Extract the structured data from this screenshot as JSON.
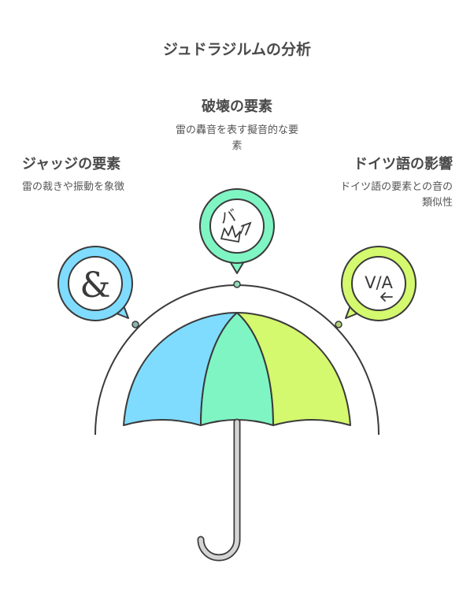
{
  "title": "ジュドラジルムの分析",
  "elements": {
    "left": {
      "heading": "ジャッジの要素",
      "description": "雷の裁きや振動を象徴"
    },
    "center": {
      "heading": "破壊の要素",
      "description": "雷の轟音を表す擬音的な要素"
    },
    "right": {
      "heading": "ドイツ語の影響",
      "description": "ドイツ語の要素との音の類似性"
    }
  },
  "icons": {
    "left": {
      "name": "ampersand-icon",
      "glyph": "&"
    },
    "center": {
      "name": "explosion-icon",
      "glyph": "バ"
    },
    "right": {
      "name": "va-icon",
      "glyph": "V/A"
    }
  },
  "colors": {
    "blue": "#7fdcff",
    "mint": "#7ff5c4",
    "lime": "#d4f86e",
    "outline": "#3a3a3a"
  }
}
